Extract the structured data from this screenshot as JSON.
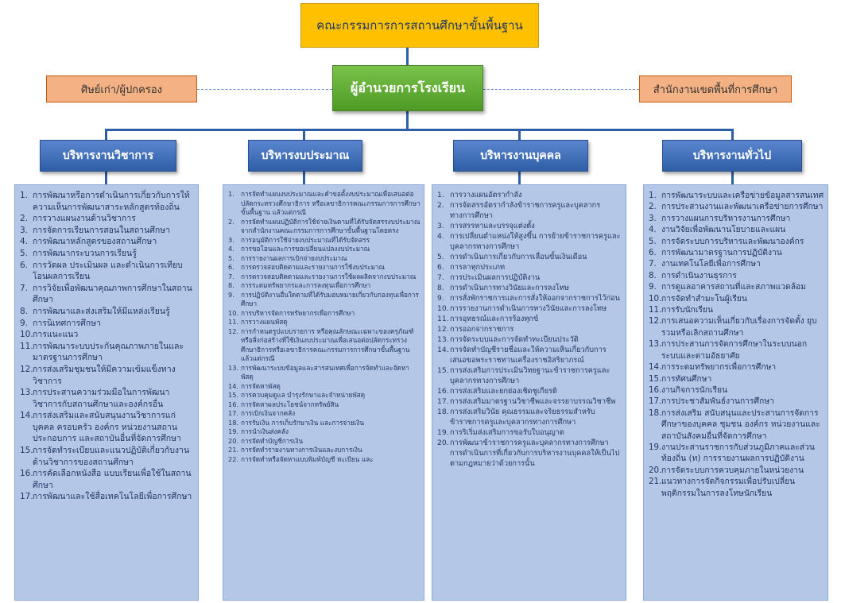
{
  "top_box": "คณะกรรมการการสถานศึกษาขั้นพื้นฐาน",
  "director": "ผู้อำนวยการโรงเรียน",
  "left_side": "ศิษย์เก่า/ผู้ปกครอง",
  "right_side": "สำนักงานเขตพื้นที่การศึกษา",
  "departments": [
    {
      "title": "บริหารงานวิชาการ",
      "items": [
        "การพัฒนาหรือการดำเนินการเกี่ยวกับการให้ความเห็นการพัฒนาสาระหลักสูตรท้องถิ่น",
        "การวางแผนงานด้านวิชาการ",
        "การจัดการเรียนการสอนในสถานศึกษา",
        "การพัฒนาหลักสูตรของสถานศึกษา",
        "การพัฒนากระบวนการเรียนรู้",
        "การวัดผล ประเมินผล และดำเนินการเทียบโอนผลการเรียน",
        "การวิจัยเพื่อพัฒนาคุณภาพการศึกษาในสถานศึกษา",
        "การพัฒนาและส่งเสริมให้มีแหล่งเรียนรู้",
        "การนิเทศการศึกษา",
        "การแนะแนว",
        "การพัฒนาระบบประกันคุณภาพภายในและมาตรฐานการศึกษา",
        "การส่งเสริมชุมชนให้มีความเข้มแข็งทางวิชาการ",
        "การประสานความร่วมมือในการพัฒนาวิชาการกับสถานศึกษาและองค์กรอื่น",
        "การส่งเสริมและสนับสนุนงานวิชาการแก่บุคคล ครอบครัว องค์กร หน่วยงานสถานประกอบการ และสถาบันอื่นที่จัดการศึกษา",
        "การจัดทำระเบียบและแนวปฏิบัติเกี่ยวกับงานด้านวิชาการของสถานศึกษา",
        "การคัดเลือกหนังสือ แบบเรียนเพื่อใช้ในสถานศึกษา",
        "การพัฒนาและใช้สื่อเทคโนโลยีเพื่อการศึกษา"
      ]
    },
    {
      "title": "บริหารงบประมาณ",
      "items": [
        "การจัดทำแผนงบประมาณและคำขอตั้งงบประมาณเพื่อเสนอต่อปลัดกระทรวงศึกษาธิการ หรือเลขาธิการคณะกรรมการการศึกษาขั้นพื้นฐาน แล้วแต่กรณี",
        "การจัดทำแผนปฏิบัติการใช้จ่ายเงินตามที่ได้รับจัดสรรงบประมาณจากสำนักงานคณะกรรมการการศึกษาขั้นพื้นฐานโดยตรง",
        "การอนุมัติการใช้จ่ายงบประมาณที่ได้รับจัดสรร",
        "การขอโอนและการขอเปลี่ยนแปลงงบประมาณ",
        "การรายงานผลการเบิกจ่ายงบประมาณ",
        "การตรวจสอบติดตามและรายงานการใช้งบประมาณ",
        "การตรวจสอบติดตามและรายงานการใช้ผลผลิตจากงบประมาณ",
        "การระดมทรัพยากรและการลงทุนเพื่อการศึกษา",
        "การปฏิบัติงานอื่นใดตามที่ได้รับมอบหมายเกี่ยวกับกองทุนเพื่อการศึกษา",
        "การบริหารจัดการทรัพยากรเพื่อการศึกษา",
        "การวางแผนพัสดุ",
        "การกำหนดรูปแบบรายการ หรือคุณลักษณะเฉพาะของครุภัณฑ์ หรือสิ่งก่อสร้างที่ใช้เงินงบประมาณเพื่อเสนอต่อปลัดกระทรวงศึกษาธิการหรือเลขาธิการคณะกรรมการการศึกษาขั้นพื้นฐานแล้วแต่กรณี",
        "การพัฒนาระบบข้อมูลและสารสนเทศเพื่อการจัดทำและจัดหาพัสดุ",
        "การจัดหาพัสดุ",
        "การควบคุมดูแล บำรุงรักษาและจำหน่ายพัสดุ",
        "การจัดหาผลประโยชน์จากทรัพย์สิน",
        "การเบิกเงินจากคลัง",
        "การรับเงิน การเก็บรักษาเงิน และการจ่ายเงิน",
        "การนำเงินส่งคลัง",
        "การจัดทำบัญชีการเงิน",
        "การจัดทำรายงานทางการเงินและงบการเงิน",
        "การจัดทำหรือจัดหาแบบพิมพ์บัญชี ทะเบียน และ"
      ]
    },
    {
      "title": "บริหารงานบุคคล",
      "items": [
        "การวางแผนอัตรากำลัง",
        "การจัดสรรอัตรากำลังข้าราชการครูและบุคลากรทางการศึกษา",
        "การสรรหาและบรรจุแต่งตั้ง",
        "การเปลี่ยนตำแหน่งให้สูงขึ้น การย้ายข้าราชการครูและบุคลากรทางการศึกษา",
        "การดำเนินการเกี่ยวกับการเลื่อนขั้นเงินเดือน",
        "การลาทุกประเภท",
        "การประเมินผลการปฏิบัติงาน",
        "การดำเนินการทางวินัยและการลงโทษ",
        "การสั่งพักราชการและการสั่งให้ออกจากราชการไว้ก่อน",
        "การรายงานการดำเนินการทางวินัยและการลงโทษ",
        "การอุทธรณ์และการร้องทุกข์",
        "การออกจากราชการ",
        "การจัดระบบและการจัดทำทะเบียนประวัติ",
        "การจัดทำบัญชีรายชื่อและให้ความเห็นเกี่ยวกับการเสนอขอพระราชทานเครื่องราชอิสริยาภรณ์",
        "การส่งเสริมการประเมินวิทยฐานะข้าราชการครูและบุคลากรทางการศึกษา",
        "การส่งเสริมและยกย่องเชิดชูเกียรติ",
        "การส่งเสริมมาตรฐานวิชาชีพและจรรยาบรรณวิชาชีพ",
        "การส่งเสริมวินัย คุณธรรมและจริยธรรมสำหรับข้าราชการครูและบุคลากรทางการศึกษา",
        "การริเริ่มส่งเสริมการขอรับใบอนุญาต",
        "การพัฒนาข้าราชการครูและบุคลากรทางการศึกษา การดำเนินการที่เกี่ยวกับการบริหารงานบุคคลให้เป็นไปตามกฎหมายว่าด้วยการนั้น"
      ]
    },
    {
      "title": "บริหารงานทั่วไป",
      "items": [
        "การพัฒนาระบบและเครือข่ายข้อมูลสารสนเทศ",
        "การประสานงานและพัฒนาเครือข่ายการศึกษา",
        "การวางแผนการบริหารงานการศึกษา",
        "งานวิจัยเพื่อพัฒนานโยบายและแผน",
        "การจัดระบบการบริหารและพัฒนาองค์กร",
        "การพัฒนามาตรฐานการปฏิบัติงาน",
        "งานเทคโนโลยีเพื่อการศึกษา",
        "การดำเนินงานธุรการ",
        "การดูแลอาคารสถานที่และสภาพแวดล้อม",
        "การจัดทำสำมะโนผู้เรียน",
        "การรับนักเรียน",
        "การเสนอความเห็นเกี่ยวกับเรื่องการจัดตั้ง ยุบ รวมหรือเลิกสถานศึกษา",
        "การประสานการจัดการศึกษาในระบบนอกระบบและตามอัธยาศัย",
        "การระดมทรัพยากรเพื่อการศึกษา",
        "การทัศนศึกษา",
        "งานกิจการนักเรียน",
        "การประชาสัมพันธ์งานการศึกษา",
        "การส่งเสริม สนับสนุนและประสานการจัดการศึกษาของบุคคล ชุมชน องค์กร หน่วยงานและสถาบันสังคมอื่นที่จัดการศึกษา",
        "งานประสานราชการกับส่วนภูมิภาคและส่วนท้องถิ่น (ท) การรายงานผลการปฏิบัติงาน",
        "การจัดระบบการควบคุมภายในหน่วยงาน",
        "แนวทางการจัดกิจกรรมเพื่อปรับเปลี่ยนพฤติกรรมในการลงโทษนักเรียน"
      ]
    }
  ]
}
